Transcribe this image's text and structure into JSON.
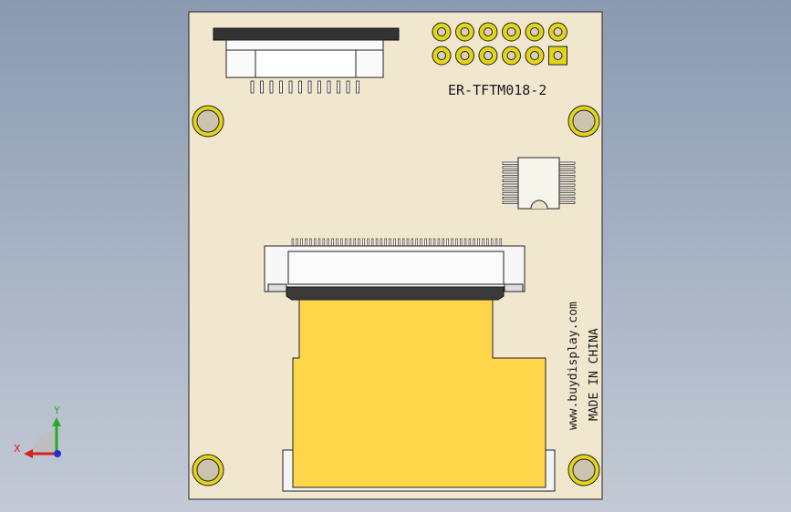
{
  "board": {
    "part_number": "ER-TFTM018-2",
    "website": "www.buydisplay.com",
    "origin": "MADE IN CHINA"
  },
  "triad": {
    "x_label": "X",
    "y_label": "Y"
  },
  "colors": {
    "background_top": "#8a9ab1",
    "background_bottom": "#c3cad5",
    "pcb": "#f1e7cf",
    "flex_cable": "#ffd54a",
    "gold_pad": "#e2d418",
    "connector_body": "#3a3a3a",
    "axis_x": "#d82020",
    "axis_y": "#22b022",
    "axis_z": "#2030d0"
  }
}
